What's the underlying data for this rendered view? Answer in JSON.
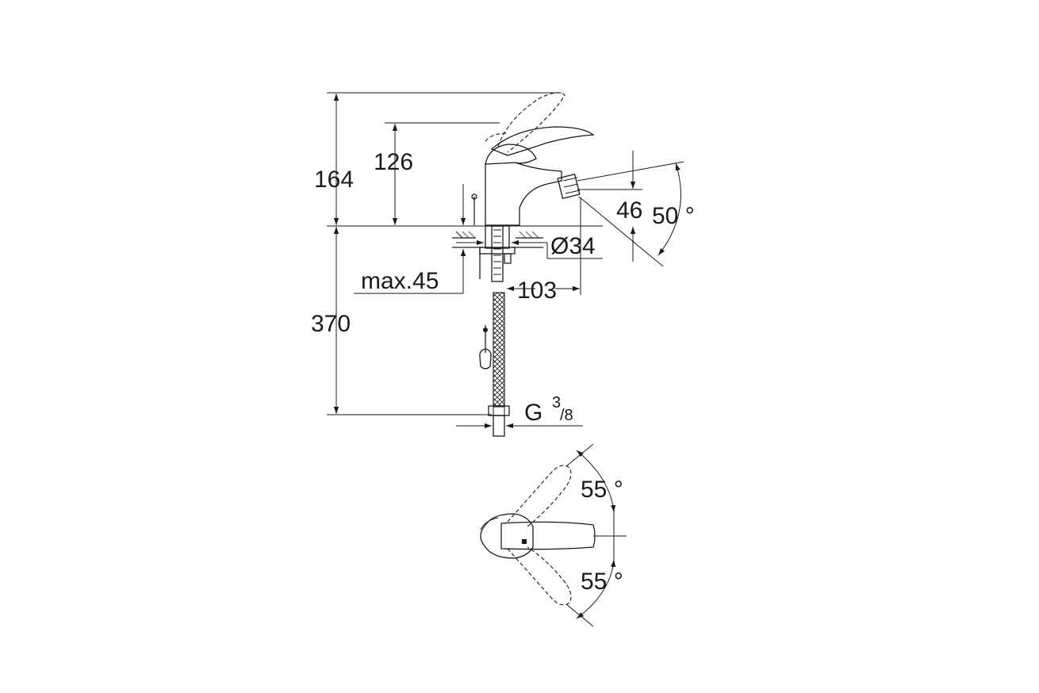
{
  "dimensions": {
    "overall_height": "164",
    "lever_height": "126",
    "below_deck_length": "370",
    "spout_height": "46",
    "spout_angle": "50 °",
    "hole_diameter": "Ø34",
    "deck_thickness": "max.45",
    "spout_reach": "103",
    "connection_thread_main": "G",
    "connection_thread_num": "3",
    "connection_thread_den": "/8",
    "lever_rotation_upper": "55 °",
    "lever_rotation_lower": "55 °"
  },
  "colors": {
    "line": "#1a1a1a",
    "background": "#ffffff"
  }
}
